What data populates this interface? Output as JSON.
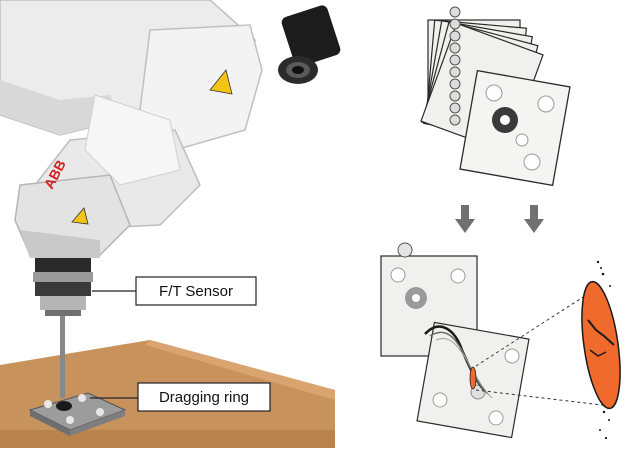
{
  "labels": {
    "ft_sensor": "F/T Sensor",
    "dragging_ring": "Dragging ring"
  },
  "robot": {
    "brand_text": "ABB"
  },
  "icons": [
    "robot-arm",
    "camera",
    "warning-sign",
    "down-arrow",
    "dragging-ring-target",
    "friction-ellipse"
  ],
  "colors": {
    "robot_body": "#ececec",
    "robot_shadow": "#c9c9c9",
    "brand": "#d32020",
    "warning": "#f3c316",
    "table_top": "#c8925c",
    "table_front": "#b07a45",
    "arrow": "#707070",
    "highlight": "#ef6a2c",
    "frame_fill": "#f0f0ee",
    "frame_stroke": "#2a2a2a"
  }
}
